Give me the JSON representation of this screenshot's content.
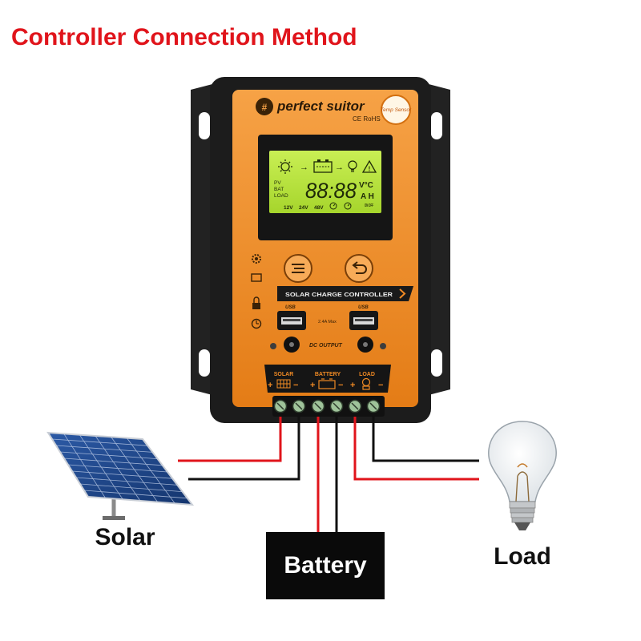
{
  "title": "Controller Connection Method",
  "controller": {
    "brand": "perfect suitor",
    "certifications": "CE RoHS",
    "temp_sensor": "Temp Sensor",
    "lcd": {
      "row_labels": [
        "PV",
        "BAT",
        "LOAD"
      ],
      "digits": "88:88",
      "units_top": "V°C",
      "units_bottom": "A H",
      "voltages": [
        "12V",
        "24V",
        "48V"
      ],
      "on_off": "ON OFF"
    },
    "model_label": "SOLAR CHARGE CONTROLLER",
    "usb_label": "USB",
    "usb_current": "2.4A Max",
    "dc_output": "DC OUTPUT",
    "terminal_labels": [
      "SOLAR",
      "BATTERY",
      "LOAD"
    ],
    "side_icons": [
      "gear-icon",
      "monitor-icon",
      "lock-icon",
      "clock-icon"
    ],
    "buttons": [
      "menu-icon",
      "return-icon"
    ]
  },
  "components": {
    "solar": "Solar",
    "battery": "Battery",
    "load": "Load"
  },
  "colors": {
    "title": "#e0141b",
    "wire_positive": "#e0141b",
    "wire_negative": "#111111",
    "panel_orange": "#f08a24",
    "housing": "#1c1c1c",
    "lcd": "#b9e33a"
  }
}
